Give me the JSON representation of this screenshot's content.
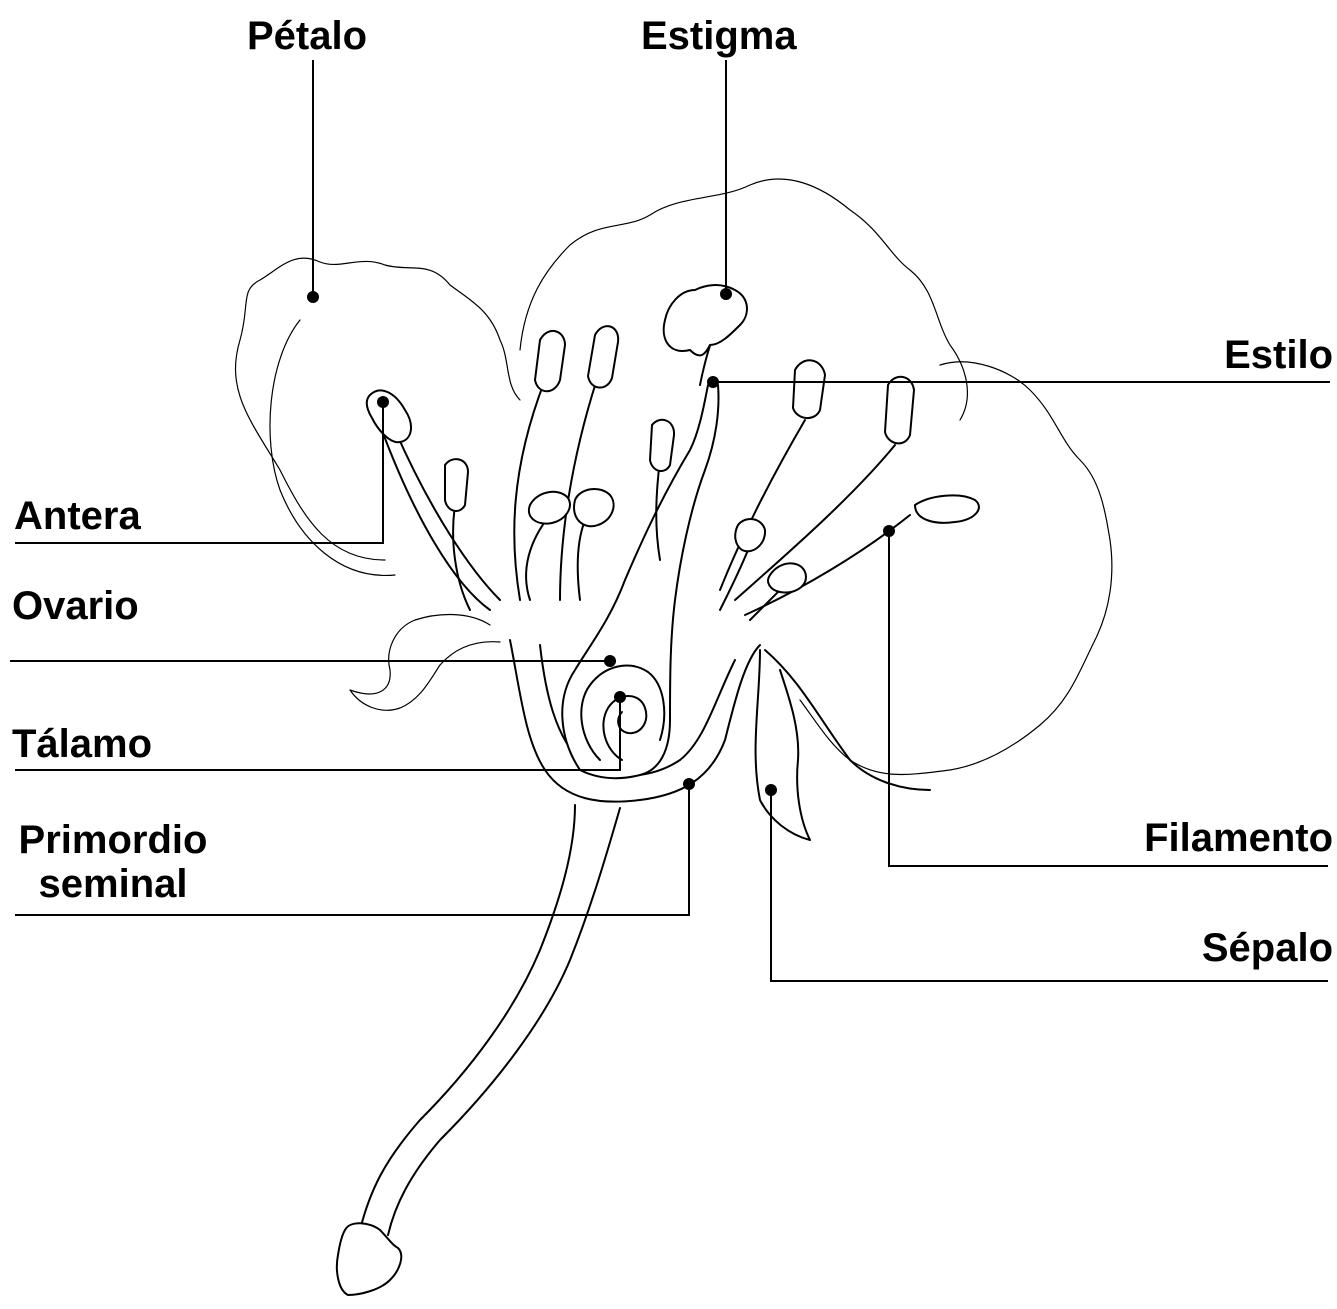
{
  "labels": {
    "petalo": "Pétalo",
    "estigma": "Estigma",
    "estilo": "Estilo",
    "antera": "Antera",
    "ovario": "Ovario",
    "talamo": "Tálamo",
    "primordio_line1": "Primordio",
    "primordio_line2": "seminal",
    "filamento": "Filamento",
    "sepalo": "Sépalo"
  },
  "colors": {
    "line": "#000000",
    "background": "#ffffff"
  }
}
